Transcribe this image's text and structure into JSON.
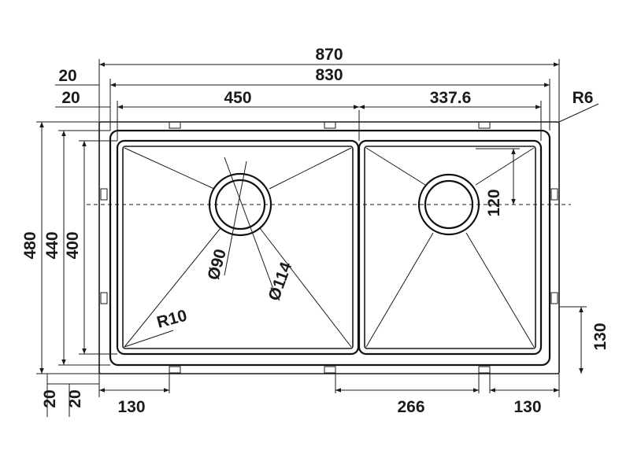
{
  "diagram": {
    "line_color": "#1a1a1a",
    "background": "#ffffff",
    "labels": {
      "overall_width": "870",
      "inner_width": "830",
      "left_offset_top": "20",
      "left_offset_second": "20",
      "left_bowl_width": "450",
      "right_bowl_width": "337.6",
      "corner_radius_outer": "R6",
      "overall_height": "480",
      "inner_height": "440",
      "bowl_height": "400",
      "drain_offset": "120",
      "bracket_height": "130",
      "drain_inner_dia": "Ø90",
      "drain_outer_dia": "Ø114",
      "bowl_corner_radius": "R10",
      "bottom_offset_left": "20",
      "bottom_offset_left_2": "20",
      "bracket_left": "130",
      "bracket_middle": "266",
      "bracket_right": "130"
    }
  }
}
